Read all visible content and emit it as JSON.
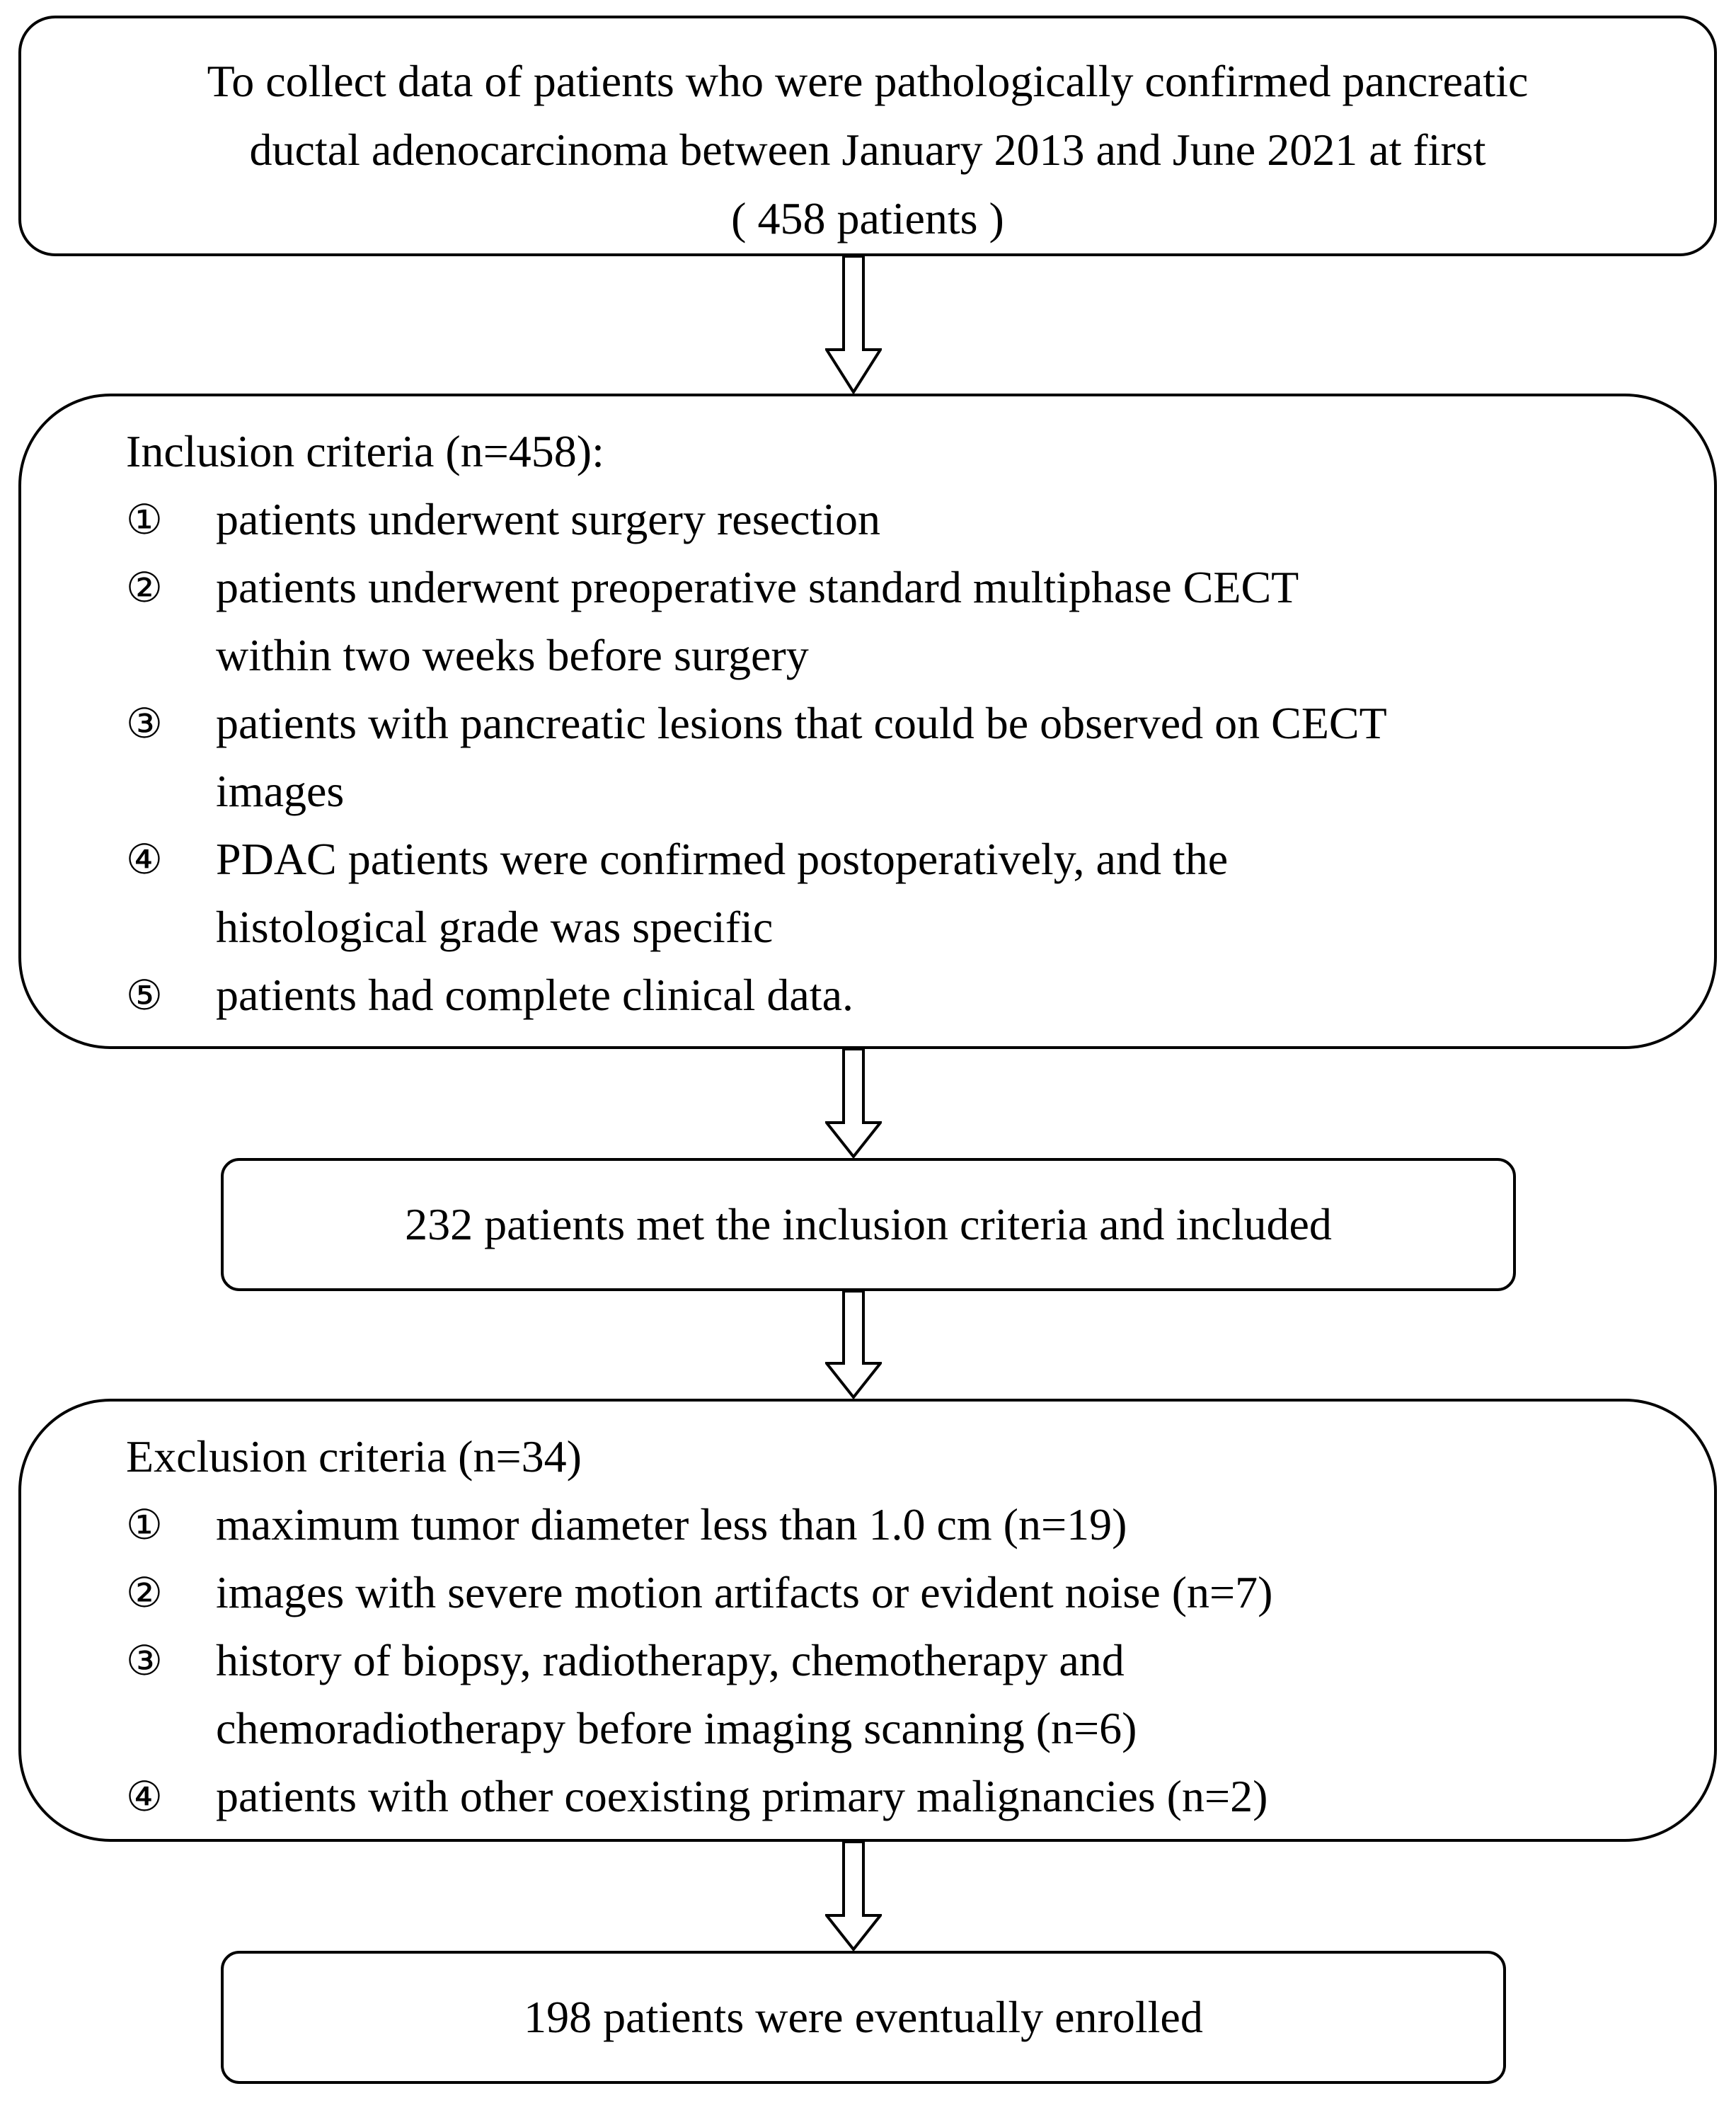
{
  "top_box": {
    "lines": [
      "To collect data of patients who were pathologically confirmed pancreatic",
      "ductal adenocarcinoma between January 2013 and June 2021 at first",
      "( 458 patients )"
    ]
  },
  "inclusion": {
    "heading": "Inclusion criteria (n=458):",
    "items": [
      {
        "num": "①",
        "lines": [
          "patients underwent surgery resection"
        ]
      },
      {
        "num": "②",
        "lines": [
          "patients underwent preoperative standard multiphase CECT",
          "within two weeks before surgery"
        ]
      },
      {
        "num": "③",
        "lines": [
          "patients with pancreatic lesions that could be observed on CECT",
          "images"
        ]
      },
      {
        "num": "④",
        "lines": [
          "PDAC patients were confirmed postoperatively, and the",
          "histological grade was specific"
        ]
      },
      {
        "num": "⑤",
        "lines": [
          "patients had complete clinical data."
        ]
      }
    ]
  },
  "included_box": {
    "text": "232 patients met the inclusion criteria and included"
  },
  "exclusion": {
    "heading": "Exclusion criteria (n=34)",
    "items": [
      {
        "num": "①",
        "lines": [
          "maximum tumor diameter less than 1.0 cm (n=19)"
        ]
      },
      {
        "num": "②",
        "lines": [
          "images with severe motion artifacts or evident noise (n=7)"
        ]
      },
      {
        "num": "③",
        "lines": [
          "history of biopsy, radiotherapy, chemotherapy and",
          "chemoradiotherapy before imaging scanning (n=6)"
        ]
      },
      {
        "num": "④",
        "lines": [
          "patients with other coexisting primary malignancies (n=2)"
        ]
      }
    ]
  },
  "final_box": {
    "text": "198 patients were eventually enrolled"
  }
}
